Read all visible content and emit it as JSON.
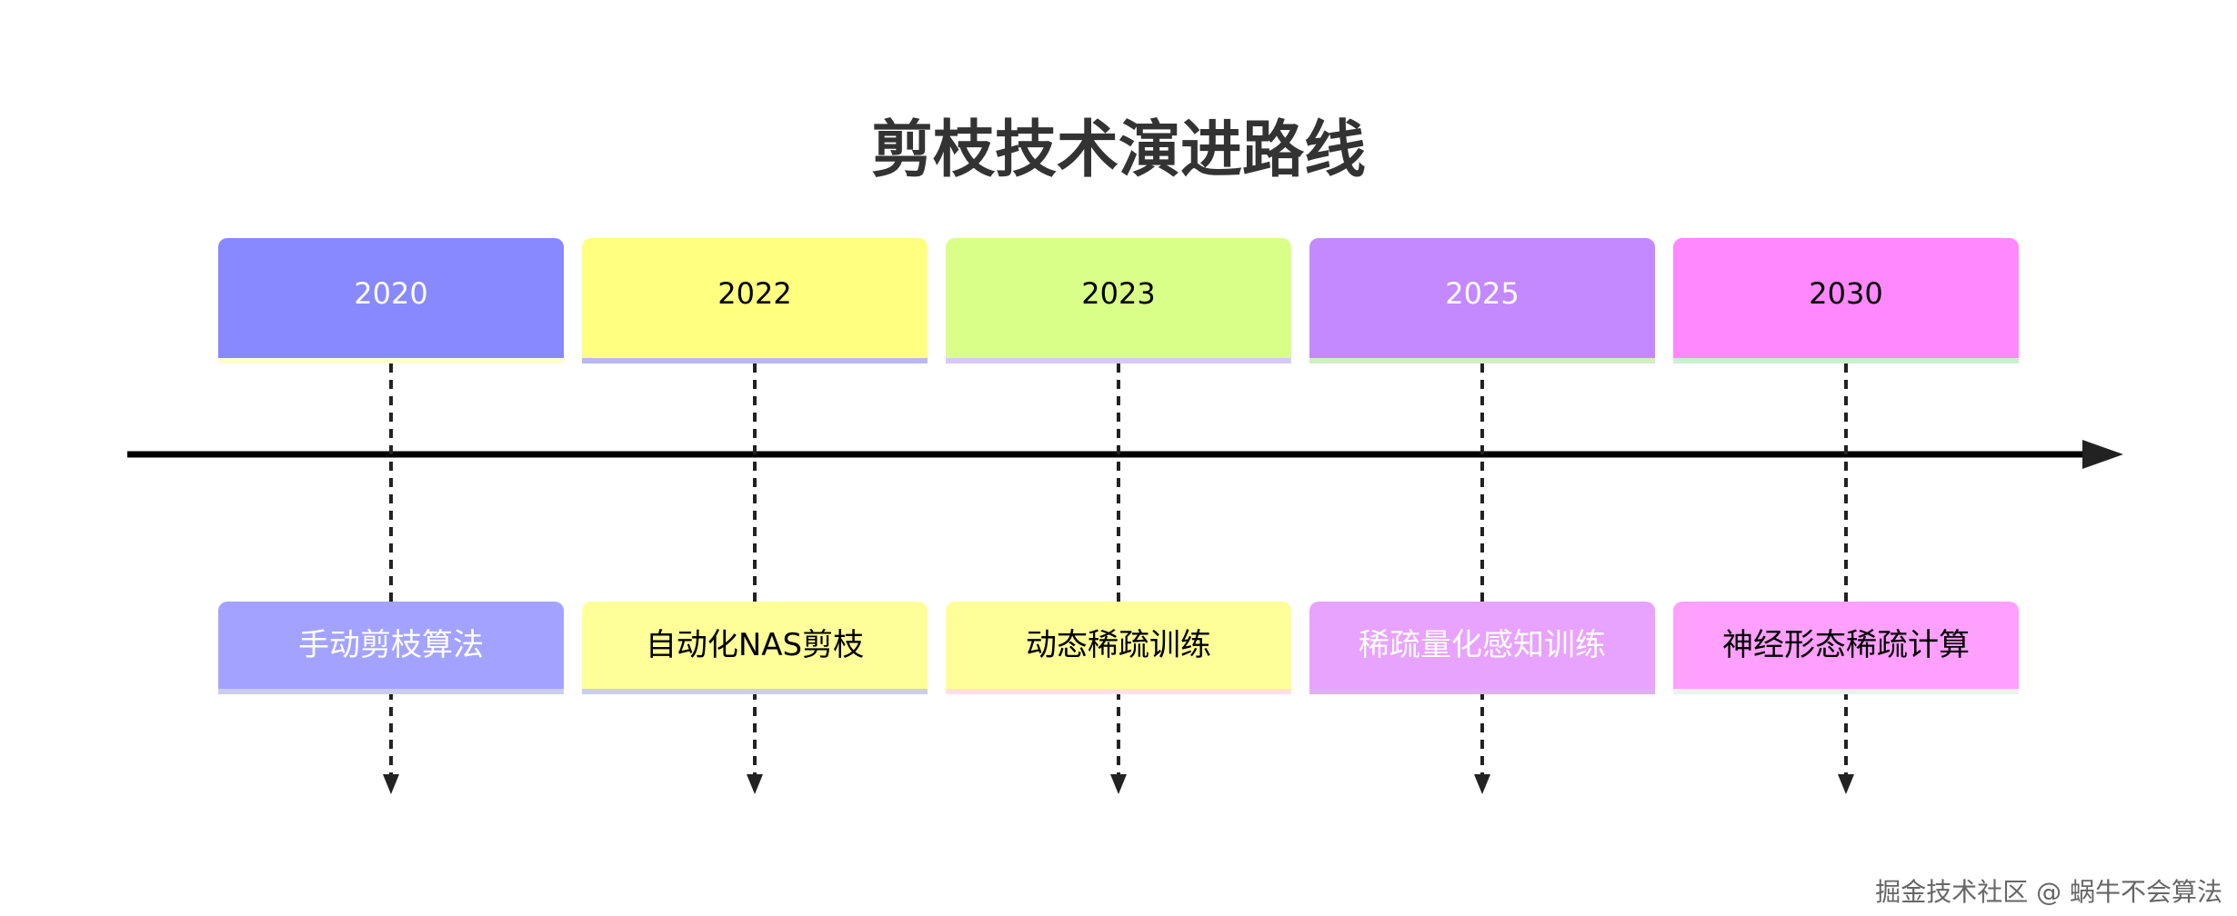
{
  "title": "剪枝技术演进路线",
  "timeline": [
    {
      "year": "2020",
      "event": "手动剪枝算法"
    },
    {
      "year": "2022",
      "event": "自动化NAS剪枝"
    },
    {
      "year": "2023",
      "event": "动态稀疏训练"
    },
    {
      "year": "2025",
      "event": "稀疏量化感知训练"
    },
    {
      "year": "2030",
      "event": "神经形态稀疏计算"
    }
  ],
  "colors": {
    "year_boxes": [
      "#8888ff",
      "#ffff80",
      "#d9ff88",
      "#c488ff",
      "#ff88ff"
    ],
    "year_underlines": [
      "#ffffcc",
      "#b8b8f0",
      "#d9c8f5",
      "#d0f0c0",
      "#c8f0d0"
    ],
    "year_text": [
      "#ffffff",
      "#000000",
      "#000000",
      "#ffffff",
      "#000000"
    ],
    "event_boxes": [
      "#a3a3ff",
      "#ffff99",
      "#ffff99",
      "#e8a2ff",
      "#ffa0ff"
    ],
    "event_underlines": [
      "#ccccee",
      "#ccccee",
      "#ffe0e0",
      "#e0b0f0",
      "#eef0f0"
    ],
    "event_text": [
      "#ffffff",
      "#000000",
      "#000000",
      "#ffffff",
      "#000000"
    ],
    "axis": "#000000",
    "connector": "#222222"
  },
  "watermark": "掘金技术社区 @ 蜗牛不会算法"
}
